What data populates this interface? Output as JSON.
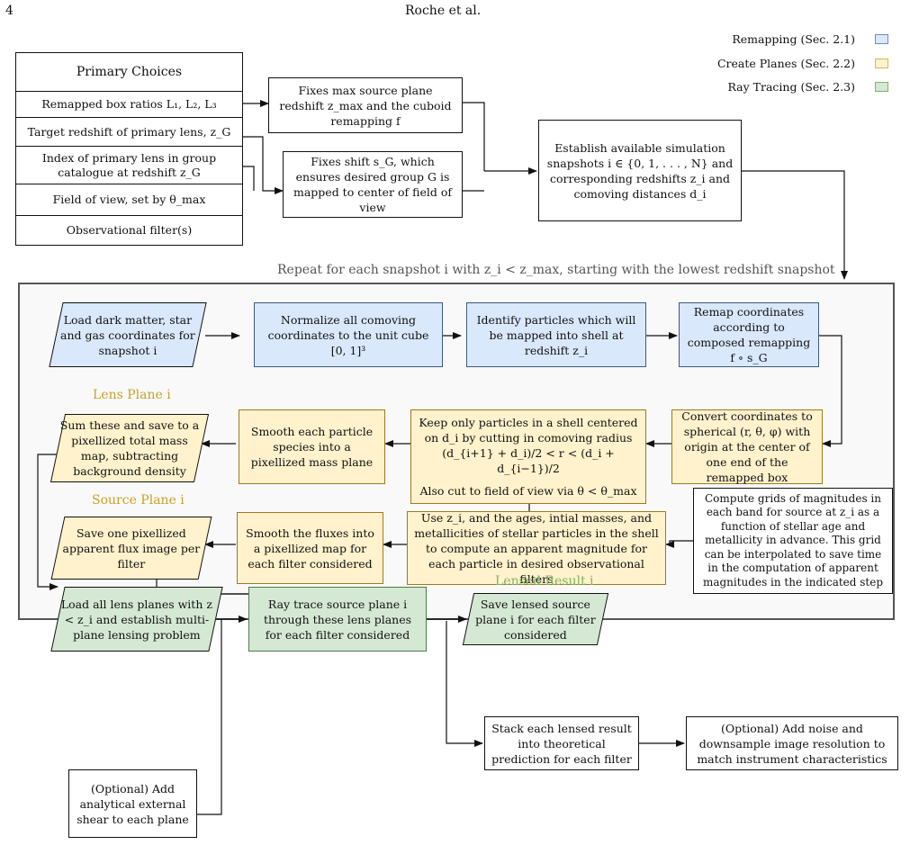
{
  "header": {
    "page_number": "4",
    "running_head": "Roche et al."
  },
  "legend": [
    {
      "label": "Remapping (Sec. 2.1)",
      "color": "#dae8fc"
    },
    {
      "label": "Create Planes (Sec. 2.2)",
      "color": "#fff2cc"
    },
    {
      "label": "Ray Tracing (Sec. 2.3)",
      "color": "#d5e8d4"
    }
  ],
  "primary_choices": {
    "title": "Primary Choices",
    "items": [
      "Remapped box ratios L₁, L₂, L₃",
      "Target redshift of primary lens, z_G",
      "Index of primary lens in group catalogue at redshift z_G",
      "Field of view, set by θ_max",
      "Observational filter(s)"
    ]
  },
  "top_boxes": {
    "fixes_max": "Fixes max source plane redshift z_max and the cuboid remapping f",
    "fixes_shift": "Fixes shift s_G, which ensures desired group G is mapped to center of field of view",
    "establish": "Establish available simulation snapshots i ∈ {0, 1, . . . , N} and corresponding redshifts z_i and comoving distances d_i"
  },
  "repeat_label": "Repeat for each snapshot i with z_i < z_max, starting with the lowest redshift snapshot",
  "row1": {
    "load": "Load dark matter, star and gas coordinates for snapshot i",
    "normalize": "Normalize all comoving coordinates to the unit cube [0, 1]³",
    "identify": "Identify particles which will be mapped into shell at redshift z_i",
    "remap": "Remap coordinates according to composed remapping f ∘ s_G"
  },
  "row2": {
    "lens_plane_title": "Lens Plane i",
    "sum_save": "Sum these and save to a pixellized total mass map, subtracting background density",
    "smooth_species": "Smooth each particle species into a pixellized mass plane",
    "keep_particles_1": "Keep only particles in a shell centered on d_i by cutting in comoving radius (d_{i+1} + d_i)/2 < r < (d_i + d_{i−1})/2",
    "keep_particles_2": "Also cut to field of view via θ < θ_max",
    "convert": "Convert coordinates to spherical (r, θ, φ) with origin at the center of one end of the remapped box"
  },
  "row3": {
    "source_plane_title": "Source Plane i",
    "save_flux": "Save one pixellized apparent flux image per filter",
    "smooth_fluxes": "Smooth the fluxes into a pixellized map for each filter considered",
    "use_zi": "Use z_i, and the ages, intial masses, and metallicities of stellar particles in the shell to compute an apparent magnitude for each particle in desired observational filters",
    "compute_grids": "Compute grids of magnitudes in each band for source at z_i as a function of stellar age and metallicity in advance. This grid can be interpolated to save time in the computation of apparent magnitudes in the indicated step"
  },
  "row4": {
    "lensed_result_title": "Lensed Result i",
    "load_lens": "Load all lens planes with z < z_i and establish multi-plane lensing problem",
    "ray_trace": "Ray trace source plane i through these lens planes for each filter considered",
    "save_lensed": "Save lensed source plane i for each filter considered"
  },
  "bottom": {
    "optional_shear": "(Optional) Add analytical external shear to each plane",
    "stack": "Stack each lensed result into theoretical prediction for each filter",
    "optional_noise": "(Optional) Add noise and downsample image resolution to match instrument characteristics"
  }
}
